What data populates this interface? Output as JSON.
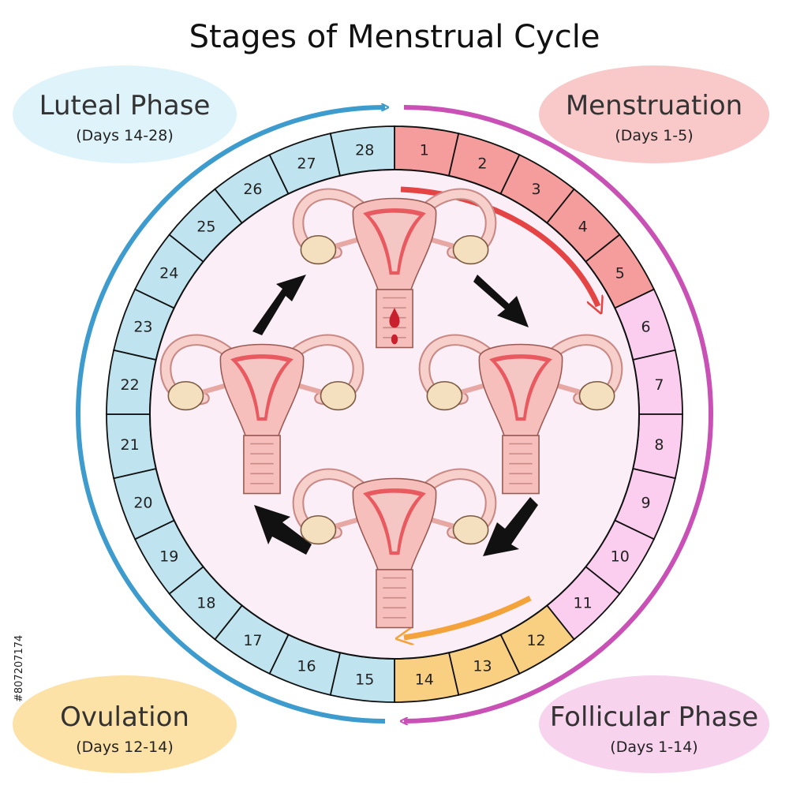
{
  "title": "Stages of Menstrual Cycle",
  "phases": [
    {
      "key": "luteal",
      "name": "Luteal Phase",
      "days": "(Days 14-28)",
      "color": "#dff3fb"
    },
    {
      "key": "menstruation",
      "name": "Menstruation",
      "days": "(Days 1-5)",
      "color": "#f9c8c8"
    },
    {
      "key": "ovulation",
      "name": "Ovulation",
      "days": "(Days 12-14)",
      "color": "#fde2a8"
    },
    {
      "key": "follicular",
      "name": "Follicular Phase",
      "days": "(Days 1-14)",
      "color": "#f7d3ee"
    }
  ],
  "days": [
    "1",
    "2",
    "3",
    "4",
    "5",
    "6",
    "7",
    "8",
    "9",
    "10",
    "11",
    "12",
    "13",
    "14",
    "15",
    "16",
    "17",
    "18",
    "19",
    "20",
    "21",
    "22",
    "23",
    "24",
    "25",
    "26",
    "27",
    "28"
  ],
  "day_colors": {
    "menstruation": "#f59c9c",
    "follicular": "#fbcdee",
    "ovulation": "#f9cf82",
    "luteal": "#bfe4f0"
  },
  "arc_colors": {
    "luteal": "#3d9ccd",
    "follicular": "#c951b5",
    "menstruation_arrow": "#e54444",
    "ovulation_arrow": "#f3a33a"
  },
  "watermark": "#807207174"
}
